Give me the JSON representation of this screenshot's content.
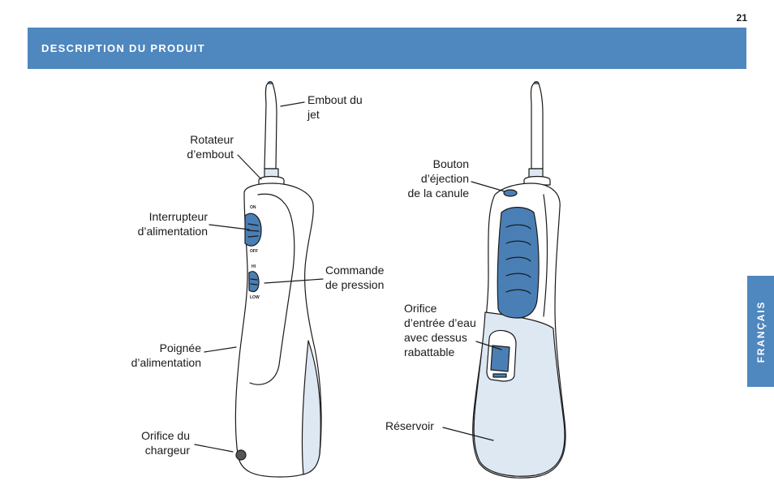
{
  "page": {
    "number": "21"
  },
  "header": {
    "title": "DESCRIPTION DU PRODUIT"
  },
  "side_tab": {
    "language": "FRANÇAIS"
  },
  "labels": {
    "tip": "Embout du\njet",
    "tip_rotator": "Rotateur\nd’embout",
    "power_switch": "Interrupteur\nd’alimentation",
    "pressure_control": "Commande\nde pression",
    "power_handle": "Poignée\nd’alimentation",
    "charger_port": "Orifice du\nchargeur",
    "eject_button": "Bouton\nd’éjection\nde la canule",
    "fill_port": "Orifice\nd’entrée d’eau\navec dessus\nrabattable",
    "reservoir": "Réservoir"
  },
  "switch_marks": {
    "on": "ON",
    "off": "OFF",
    "hi": "HI",
    "low": "LOW"
  },
  "colors": {
    "brand_blue": "#4f87bf",
    "device_blue": "#4a7fb5",
    "reservoir_light": "#dde8f3",
    "outline": "#1a1a1a"
  }
}
